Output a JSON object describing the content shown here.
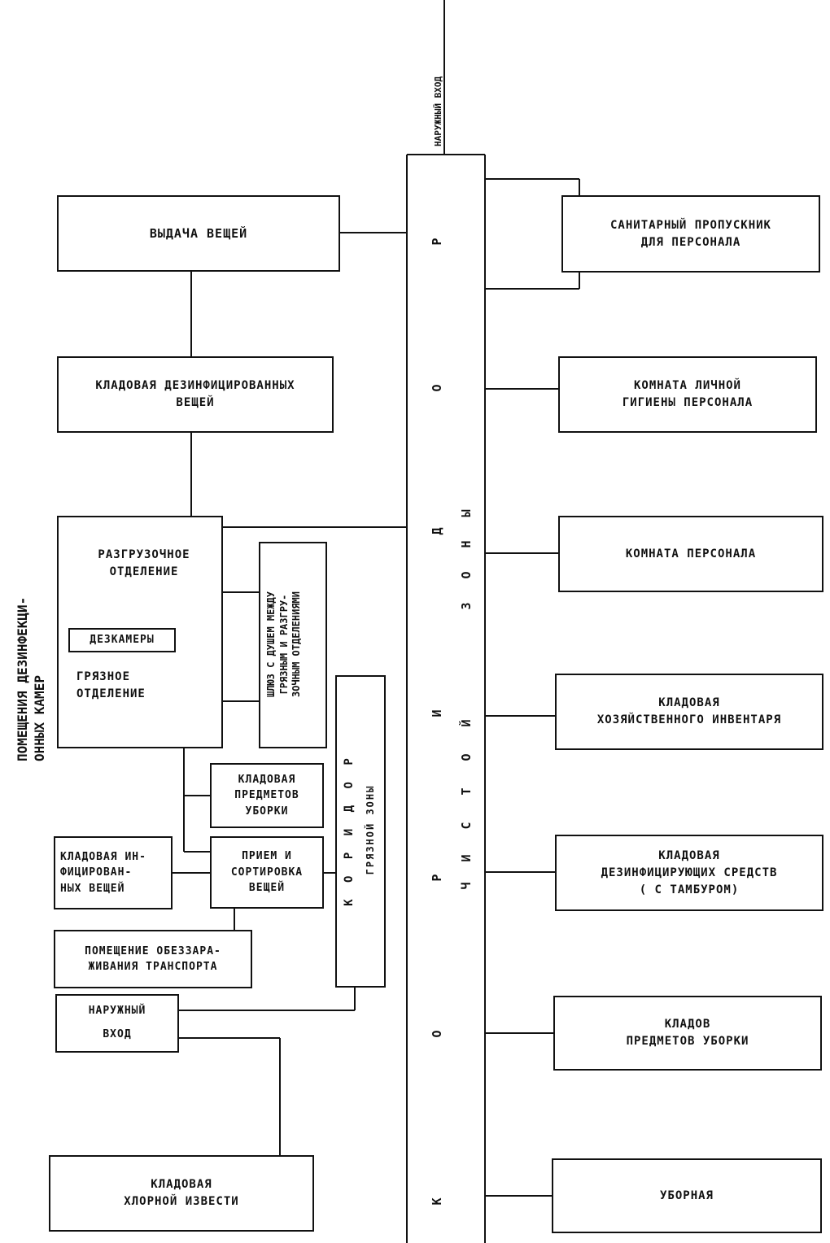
{
  "outer_entrance_top": "НАРУЖНЫЙ ВХОД",
  "clean_corridor": {
    "word_letters": [
      "Р",
      "О",
      "Д",
      "И",
      "Р",
      "О",
      "К"
    ],
    "zone_letters": [
      "Ы",
      "Н",
      "О",
      "З",
      "Й",
      "О",
      "Т",
      "С",
      "И",
      "Ч"
    ]
  },
  "dirty_corridor": {
    "title": "К О Р И Д О Р",
    "subtitle": "ГРЯЗНОЙ ЗОНЫ"
  },
  "left_side_label": "ПОМЕЩЕНИЯ ДЕЗИНФЕКЦИ-\nОННЫХ КАМЕР",
  "boxes": {
    "vydacha": "ВЫДАЧА ВЕЩЕЙ",
    "klad_dez_veshchei": "КЛАДОВАЯ ДЕЗИНФИЦИРОВАННЫХ\nВЕЩЕЙ",
    "razgruz": "РАЗГРУЗОЧНОЕ\nОТДЕЛЕНИЕ",
    "dezkamery": "ДЕЗКАМЕРЫ",
    "gryaznoe": "ГРЯЗНОЕ\nОТДЕЛЕНИЕ",
    "shlyuz": "ШЛЮЗ С ДУШЕМ МЕЖДУ\nГРЯЗНЫМ И РАЗГРУ-\nЗОЧНЫМ ОТДЕЛЕНИЯМИ",
    "klad_uborki_small": "КЛАДОВАЯ\nПРЕДМЕТОВ\nУБОРКИ",
    "klad_infic": "КЛАДОВАЯ ИН-\nФИЦИРОВАН-\nНЫХ ВЕЩЕЙ",
    "priem": "ПРИЕМ И\nСОРТИРОВКА\nВЕЩЕЙ",
    "obezzar": "ПОМЕЩЕНИЕ ОБЕЗЗАРА-\nЖИВАНИЯ ТРАНСПОРТА",
    "naruzh_vhod": "НАРУЖНЫЙ\nВХОД",
    "klad_hlor": "КЛАДОВАЯ\nХЛОРНОЙ ИЗВЕСТИ",
    "sanpropusknik": "САНИТАРНЫЙ ПРОПУСКНИК\nДЛЯ ПЕРСОНАЛА",
    "gigiena": "КОМНАТА ЛИЧНОЙ\nГИГИЕНЫ ПЕРСОНАЛА",
    "komnata_pers": "КОМНАТА ПЕРСОНАЛА",
    "hoz_inventar": "КЛАДОВАЯ\nХОЗЯЙСТВЕННОГО ИНВЕНТАРЯ",
    "dez_sredstva": "КЛАДОВАЯ\nДЕЗИНФИЦИРУЮЩИХ СРЕДСТВ\n( С ТАМБУРОМ)",
    "klad_uborki": "КЛАДОВ\nПРЕДМЕТОВ УБОРКИ",
    "ubornaya": "УБОРНАЯ"
  }
}
